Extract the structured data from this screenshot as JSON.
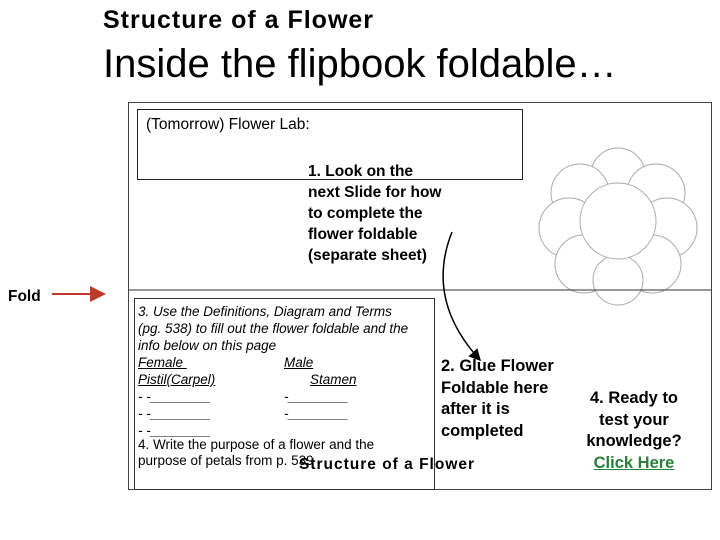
{
  "header": {
    "title": "Structure of a Flower",
    "subtitle": "Inside the flipbook foldable…"
  },
  "lab": {
    "label": "(Tomorrow) Flower Lab:"
  },
  "steps": {
    "step1": [
      "1. Look on the",
      "next Slide for how",
      "to complete the",
      "flower foldable",
      "(separate sheet)"
    ],
    "step2": [
      "2. Glue Flower",
      "Foldable here",
      "after it is",
      "completed"
    ],
    "step4_ready": [
      "4. Ready to",
      "test your",
      "knowledge?"
    ],
    "click_here": "Click Here"
  },
  "fold_label": "Fold",
  "definitions": {
    "intro": [
      "3. Use the Definitions, Diagram and Terms",
      "(pg. 538) to fill out the flower foldable and the",
      "info below on this page"
    ],
    "female": "Female",
    "male": "Male",
    "pistil": "Pistil(Carpel)",
    "stamen": "Stamen",
    "blanks": {
      "r1c1": "- -________",
      "r1c2": "-________",
      "r2c1": "-    -________",
      "r2c2": "-________",
      "r3c1": "-    -________"
    }
  },
  "step4": {
    "line1": "4. Write the purpose of a flower and the",
    "line2": "purpose of petals from p. 539"
  },
  "footer": "Structure of a Flower",
  "colors": {
    "link": "#2a7f3a",
    "border": "#444444"
  }
}
